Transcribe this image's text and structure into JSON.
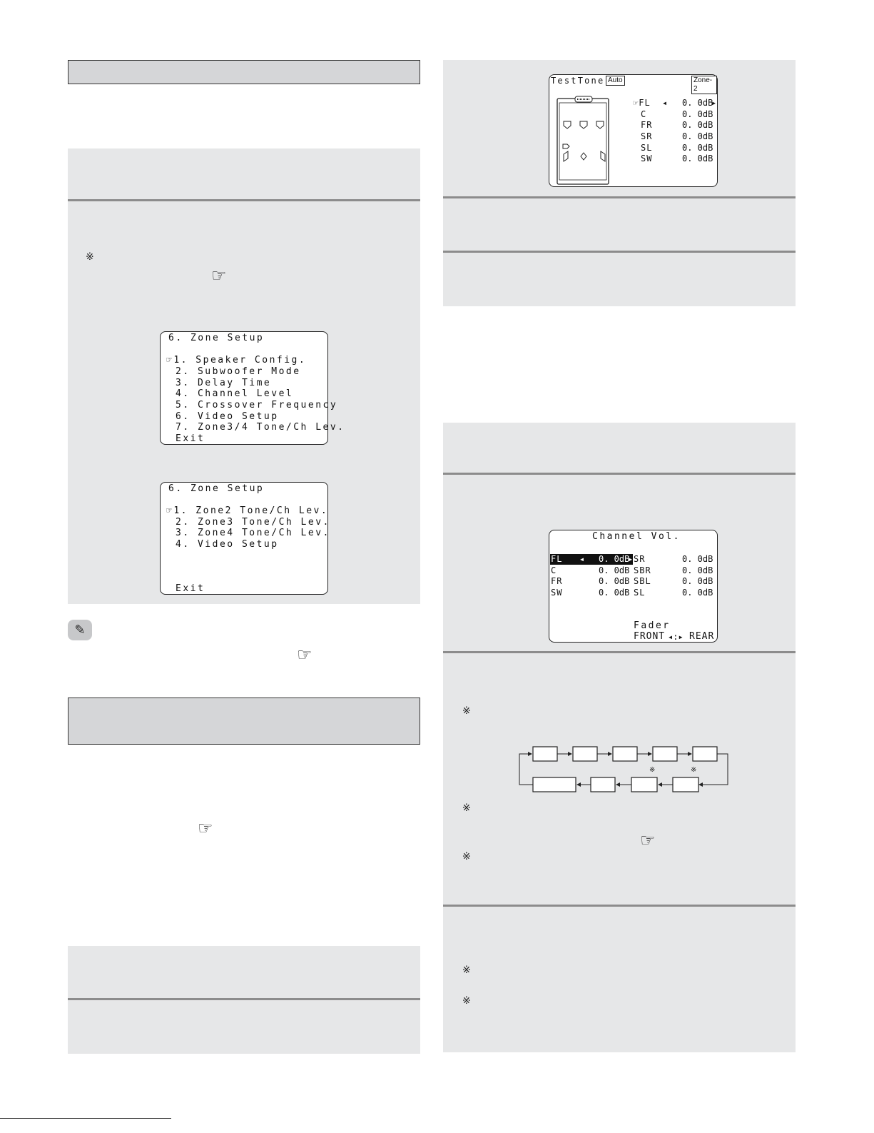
{
  "marks": {
    "note": "※",
    "ref": "☞",
    "pencil": "✎"
  },
  "zone_menu_a": {
    "title": "6. Zone Setup",
    "items": [
      "☞1. Speaker Config.",
      "2. Subwoofer Mode",
      "3. Delay Time",
      "4. Channel Level",
      "5. Crossover Frequency",
      "6. Video Setup",
      "7. Zone3/4 Tone/Ch Lev."
    ],
    "exit": "Exit"
  },
  "zone_menu_b": {
    "title": "6. Zone Setup",
    "items": [
      "☞1. Zone2 Tone/Ch Lev.",
      "2. Zone3 Tone/Ch Lev.",
      "3. Zone4 Tone/Ch Lev.",
      "4. Video Setup"
    ],
    "exit": "Exit"
  },
  "test_tone": {
    "title": "TestTone",
    "mode": "Auto",
    "zone": "Zone-2",
    "rows": [
      {
        "ch": "☞FL",
        "val": "0. 0dB"
      },
      {
        "ch": "C",
        "val": "0. 0dB"
      },
      {
        "ch": "FR",
        "val": "0. 0dB"
      },
      {
        "ch": "SR",
        "val": "0. 0dB"
      },
      {
        "ch": "SL",
        "val": "0. 0dB"
      },
      {
        "ch": "SW",
        "val": "0. 0dB"
      }
    ]
  },
  "channel_vol": {
    "title": "Channel Vol.",
    "left": [
      {
        "ch": "FL",
        "val": "0. 0dB"
      },
      {
        "ch": "C",
        "val": "0. 0dB"
      },
      {
        "ch": "FR",
        "val": "0. 0dB"
      },
      {
        "ch": "SW",
        "val": "0. 0dB"
      }
    ],
    "right": [
      {
        "ch": "SR",
        "val": "0. 0dB"
      },
      {
        "ch": "SBR",
        "val": "0. 0dB"
      },
      {
        "ch": "SBL",
        "val": "0. 0dB"
      },
      {
        "ch": "SL",
        "val": "0. 0dB"
      }
    ],
    "fader_label": "Fader",
    "fader_front": "FRONT",
    "fader_rear": "REAR"
  }
}
